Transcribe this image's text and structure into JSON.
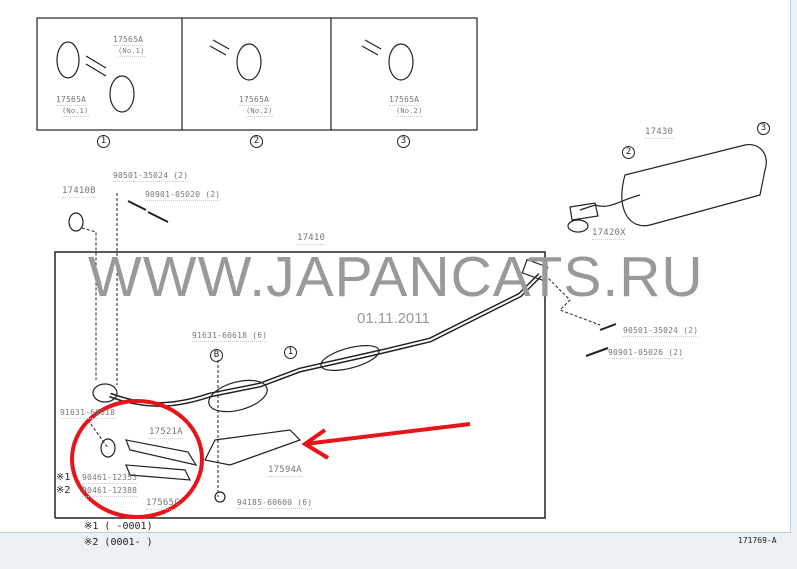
{
  "watermark": "WWW.JAPANCATS.RU",
  "date": "01.11.2011",
  "figure_id": "171769-A",
  "callouts": [
    "1",
    "2",
    "3",
    "B"
  ],
  "parts": {
    "mount_no1_top": "17565A",
    "mount_no1_top_sub": "(No.1)",
    "mount_no1_bottom": "17565A",
    "mount_no1_bottom_sub": "(No.1)",
    "mount_no2_a": "17565A",
    "mount_no2_a_sub": "(No.2)",
    "mount_no2_b": "17565A",
    "mount_no2_b_sub": "(No.2)",
    "gasket_front": "17410B",
    "spring_front": "90501-35024 (2)",
    "bolt_front": "90901-05020 (2)",
    "front_pipe": "17410",
    "muffler": "17430",
    "gasket_rear": "17420X",
    "spring_rear": "90501-35024 (2)",
    "bolt_rear": "90901-05026 (2)",
    "bolt_mid": "91631-60618 (6)",
    "bolt_lower": "91631-60618",
    "heat_insulator": "17521A",
    "heat_insulator_2": "17594A",
    "clamp_1": "90461-12353",
    "clamp_2": "90461-12388",
    "bracket": "17565C",
    "nut": "94185-60600 (6)"
  },
  "markers": {
    "m1": "※1",
    "m2": "※2"
  },
  "footnotes": [
    "※1 (      -0001)",
    "※2 (0001-      )"
  ],
  "annotation_color": "#e8141b"
}
